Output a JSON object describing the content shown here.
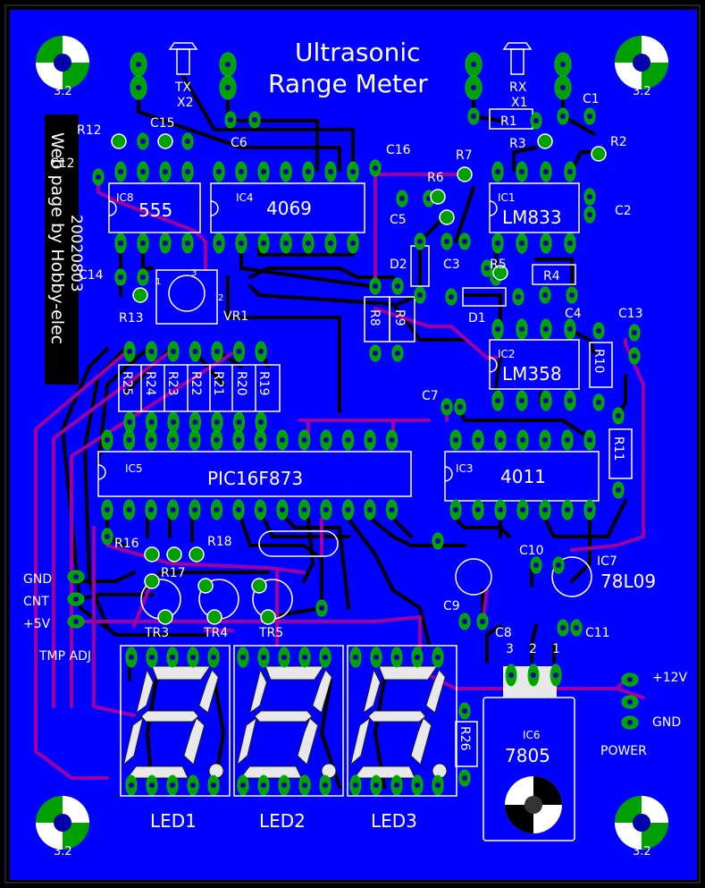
{
  "title": {
    "line1": "Ultrasonic",
    "line2": "Range Meter"
  },
  "side_text": {
    "line1": "Web page by Hobby-elec",
    "line2": "20020803"
  },
  "labels": {
    "tx": "TX",
    "x2": "X2",
    "rx": "RX",
    "x1": "X1",
    "r1": "R1",
    "r2": "R2",
    "r3": "R3",
    "r4": "R4",
    "r5": "R5",
    "r6": "R6",
    "r7": "R7",
    "r8": "R8",
    "r9": "R9",
    "r10": "R10",
    "r11": "R11",
    "r12": "R12",
    "r13": "R13",
    "r16": "R16",
    "r17": "R17",
    "r18": "R18",
    "r19": "R19",
    "r20": "R20",
    "r21": "R21",
    "r22": "R22",
    "r23": "R23",
    "r24": "R24",
    "r25": "R25",
    "r26": "R26",
    "c1": "C1",
    "c2": "C2",
    "c3": "C3",
    "c4": "C4",
    "c5": "C5",
    "c6": "C6",
    "c7": "C7",
    "c8": "C8",
    "c9": "C9",
    "c10": "C10",
    "c11": "C11",
    "c12": "C12",
    "c13": "C13",
    "c14": "C14",
    "c15": "C15",
    "c16": "C16",
    "d1": "D1",
    "d2": "D2",
    "vr1": "VR1",
    "ic1": "IC1",
    "ic1_part": "LM833",
    "ic2": "IC2",
    "ic2_part": "LM358",
    "ic3": "IC3",
    "ic3_part": "4011",
    "ic4": "IC4",
    "ic4_part": "4069",
    "ic5": "IC5",
    "ic5_part": "PIC16F873",
    "ic6": "IC6",
    "ic6_part": "7805",
    "ic7": "IC7",
    "ic7_part": "78L09",
    "ic8": "IC8",
    "ic8_part": "555",
    "tr3": "TR3",
    "tr4": "TR4",
    "tr5": "TR5",
    "gnd": "GND",
    "cnt": "CNT",
    "plus5v": "+5V",
    "tmp_adj": "TMP ADJ",
    "plus12v": "+12V",
    "gnd2": "GND",
    "power": "POWER",
    "led1": "LED1",
    "led2": "LED2",
    "led3": "LED3",
    "pin1": "1",
    "pin2": "2",
    "pin3": "3",
    "vr_pin1": "1",
    "vr_pin2": "2",
    "vr_pin3": "3",
    "hole": "3.2"
  },
  "colors": {
    "board": "#0000ff",
    "pad": "#00a000",
    "trace_top": "#a000a0",
    "trace_bottom": "#000000",
    "silk": "#ffffff",
    "hole": "#ffffff"
  }
}
